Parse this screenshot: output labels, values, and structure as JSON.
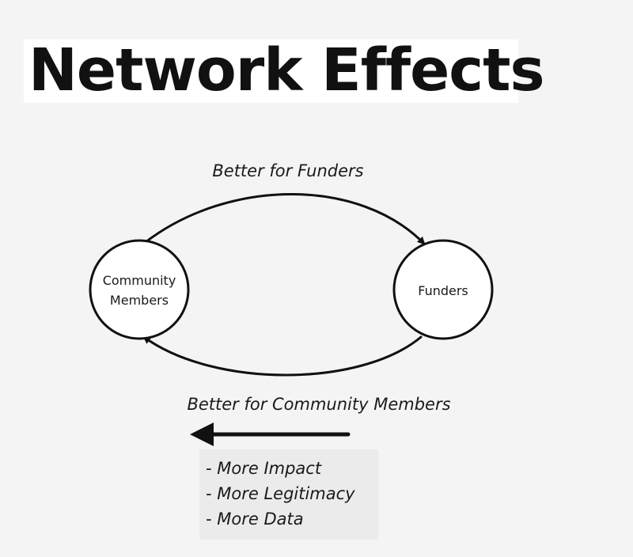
{
  "slide": {
    "title": "Network Effects"
  },
  "diagram": {
    "nodes": {
      "community": {
        "line1": "Community",
        "line2": "Members"
      },
      "funders": {
        "label": "Funders"
      }
    },
    "edges": {
      "top": "Better for Funders",
      "bottom": "Better for Community Members"
    }
  },
  "benefits": {
    "items": [
      "- More Impact",
      "- More Legitimacy",
      "- More Data"
    ]
  },
  "colors": {
    "ink": "#111111",
    "background": "#f4f4f4",
    "box": "#ebebeb"
  }
}
